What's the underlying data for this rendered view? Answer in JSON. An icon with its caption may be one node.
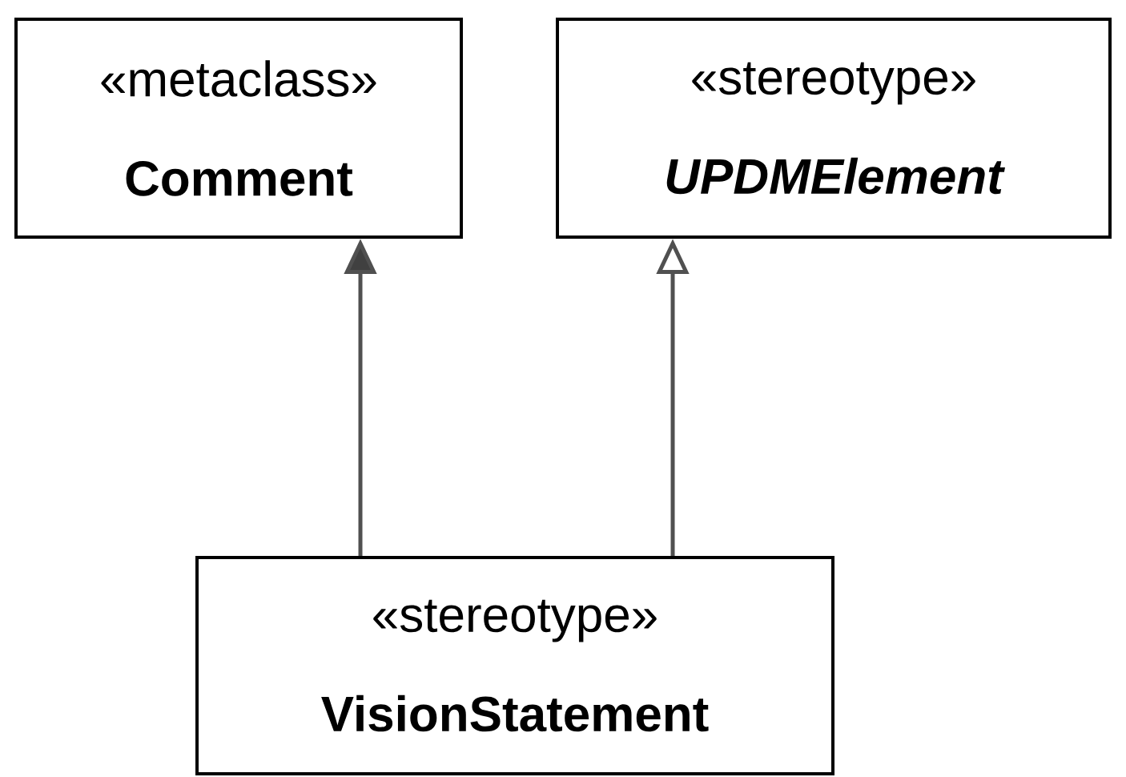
{
  "diagram": {
    "nodes": [
      {
        "text": [
          "«metaclass»",
          "Comment"
        ]
      },
      {
        "text": [
          "«stereotype»",
          "UPDMElement"
        ]
      },
      {
        "text": [
          "«stereotype»",
          "VisionStatement"
        ]
      }
    ],
    "edges": [
      {
        "from": 2,
        "to": 0,
        "arrow": "to"
      },
      {
        "from": 2,
        "to": 1,
        "arrow": "to"
      }
    ]
  }
}
